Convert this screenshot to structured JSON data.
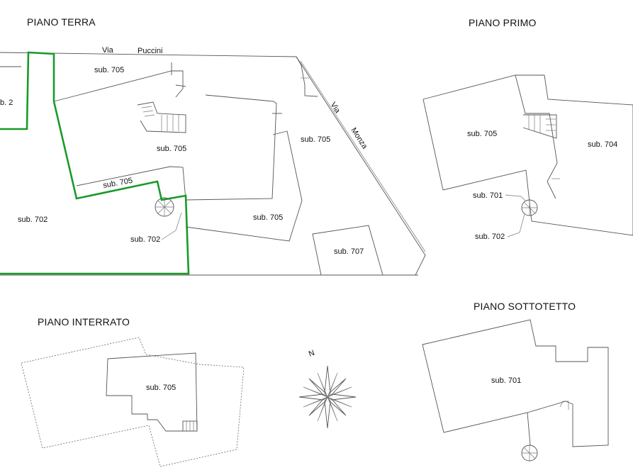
{
  "headings": {
    "piano_terra": "PIANO TERRA",
    "piano_primo": "PIANO PRIMO",
    "piano_interrato": "PIANO INTERRATO",
    "piano_sottotetto": "PIANO SOTTOTETTO"
  },
  "streets": {
    "via_1": "Via",
    "puccini": "Puccini",
    "via_2": "Via",
    "monza": "Monza"
  },
  "terra_labels": {
    "sub_2": "b. 2",
    "sub_705_top": "sub. 705",
    "sub_705_center": "sub. 705",
    "sub_705_strip": "sub. 705",
    "sub_705_right": "sub. 705",
    "sub_705_lower": "sub. 705",
    "sub_702_left": "sub. 702",
    "sub_702_stair": "sub. 702",
    "sub_707": "sub. 707"
  },
  "primo_labels": {
    "sub_705": "sub. 705",
    "sub_704": "sub. 704",
    "sub_701": "sub. 701",
    "sub_702": "sub. 702"
  },
  "interrato_labels": {
    "sub_705": "sub. 705"
  },
  "sottotetto_labels": {
    "sub_701": "sub. 701"
  },
  "compass": {
    "north": "N"
  },
  "colors": {
    "boundary": "#1a9a2a",
    "lines": "#555555"
  }
}
